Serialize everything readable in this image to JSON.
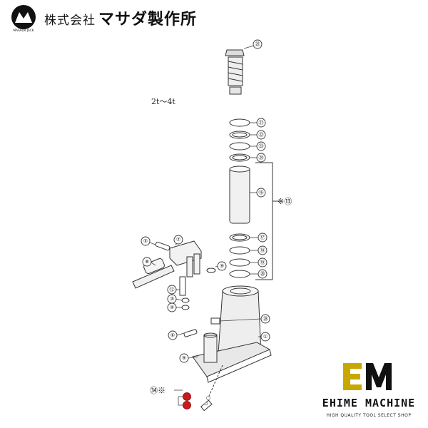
{
  "header": {
    "logo_text": "MASADA JACK",
    "company_prefix": "株式会社",
    "company_name": "マサダ製作所"
  },
  "diagram": {
    "capacity_label": "2t～4t",
    "kit_label_1": "※⑬",
    "kit_label_2": "㉞※",
    "part_numbers": [
      "㉕",
      "㉑",
      "㉒",
      "㉓",
      "㉔",
      "⑯",
      "⑰",
      "⑱",
      "⑲",
      "⑳",
      "⑤",
      "⑦",
      "⑧",
      "⑨",
      "⑫",
      "③",
      "④",
      "㉘",
      "①",
      "⑥",
      "⑨"
    ]
  },
  "brand": {
    "name": "EHIME MACHINE",
    "tagline": "HIGH QUALITY TOOL SELECT SHOP",
    "accent_color": "#c8a800"
  },
  "colors": {
    "highlight_red": "#cc1a1a"
  }
}
